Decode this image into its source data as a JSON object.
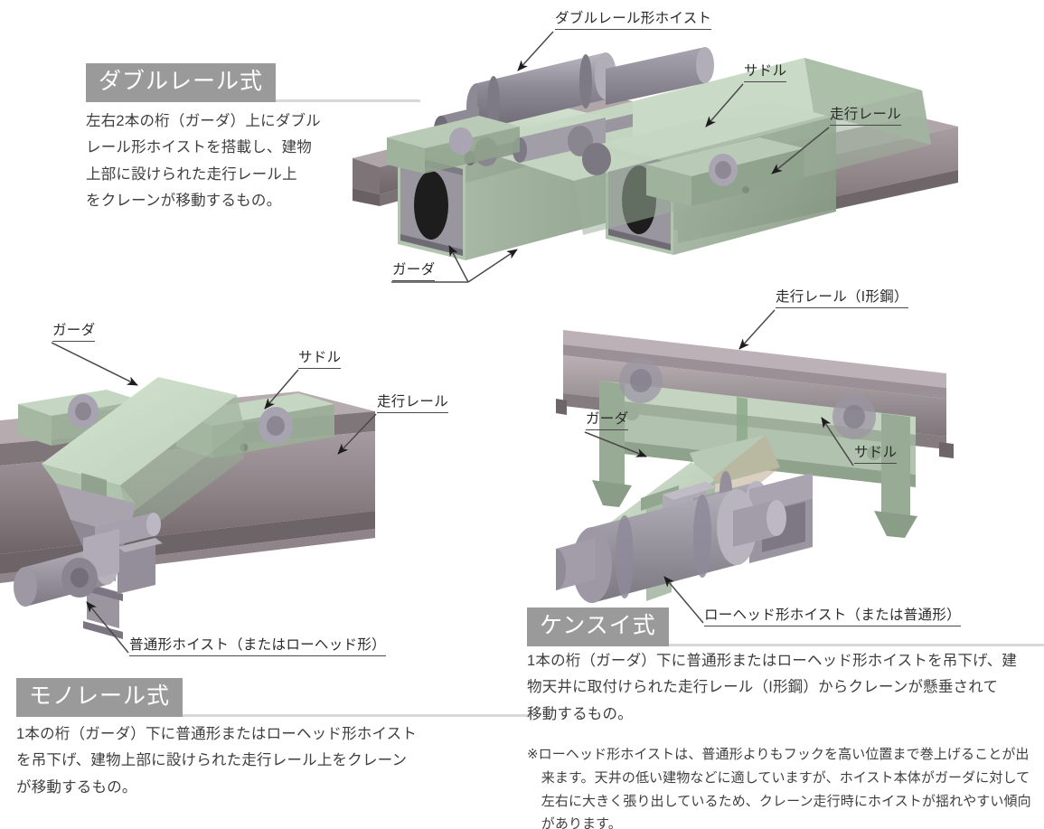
{
  "page": {
    "title": "クレーン形式図解",
    "colors": {
      "badge_bg": "#9a9a9a",
      "badge_text": "#ffffff",
      "rule": "#d8d8d8",
      "body_text": "#3f3f3f",
      "callout_text": "#2b2b2b",
      "girder_green_light": "#cfe0cd",
      "girder_green_mid": "#a9bda6",
      "girder_green_dark": "#8b9d89",
      "steel_gray": "#9a96a0",
      "steel_gray_dark": "#6e6a72",
      "rail_warm_gray": "#8a8084",
      "rail_warm_light": "#a59a9e",
      "rail_warm_dark": "#5f585c"
    }
  },
  "sections": [
    {
      "id": "double-rail",
      "badge": "ダブルレール式",
      "body": "左右2本の桁（ガーダ）上にダブル\nレール形ホイストを搭載し、建物\n上部に設けられた走行レール上\nをクレーンが移動するもの。"
    },
    {
      "id": "monorail",
      "badge": "モノレール式",
      "body": "1本の桁（ガーダ）下に普通形またはローヘッド形ホイスト\nを吊下げ、建物上部に設けられた走行レール上をクレーン\nが移動するもの。"
    },
    {
      "id": "suspension",
      "badge": "ケンスイ式",
      "body": "1本の桁（ガーダ）下に普通形またはローヘッド形ホイストを吊下げ、建\n物天井に取付けられた走行レール（I形鋼）からクレーンが懸垂されて\n移動するもの。",
      "note_marker": "※",
      "note": "ローヘッド形ホイストは、普通形よりもフックを高い位置まで巻上げることが出来ます。天井の低い建物などに適していますが、ホイスト本体がガーダに対して左右に大きく張り出しているため、クレーン走行時にホイストが揺れやすい傾向があります。"
    }
  ],
  "callouts": {
    "double_rail_hoist": "ダブルレール形ホイスト",
    "saddle_top": "サドル",
    "travel_rail_top": "走行レール",
    "girder_top": "ガーダ",
    "girder_mono": "ガーダ",
    "saddle_mono": "サドル",
    "travel_rail_mono": "走行レール",
    "ordinary_hoist_mono": "普通形ホイスト（またはローヘッド形）",
    "travel_rail_ibeam": "走行レール（I形鋼）",
    "girder_susp": "ガーダ",
    "saddle_susp": "サドル",
    "lowhead_hoist_susp": "ローヘッド形ホイスト（または普通形）"
  },
  "icons": {
    "arrow": "leader-arrow-icon"
  }
}
